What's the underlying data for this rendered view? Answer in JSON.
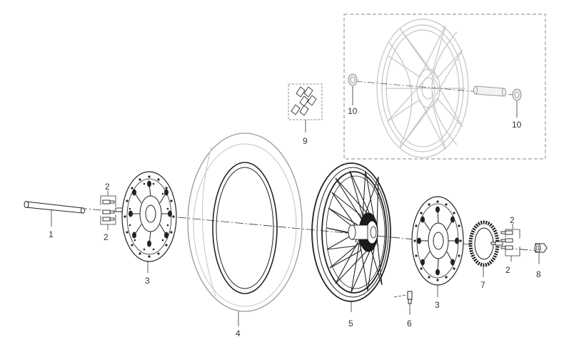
{
  "parts": [
    {
      "id": "axle",
      "number": "1"
    },
    {
      "id": "bolt-left-upper",
      "number": "2"
    },
    {
      "id": "bolt-left-lower",
      "number": "2"
    },
    {
      "id": "bolt-right-upper",
      "number": "2"
    },
    {
      "id": "bolt-right-lower",
      "number": "2"
    },
    {
      "id": "brake-disc-left",
      "number": "3"
    },
    {
      "id": "brake-disc-right",
      "number": "3"
    },
    {
      "id": "tire",
      "number": "4"
    },
    {
      "id": "rim-assembly",
      "number": "5"
    },
    {
      "id": "valve",
      "number": "6"
    },
    {
      "id": "sensor-ring",
      "number": "7"
    },
    {
      "id": "axle-nut",
      "number": "8"
    },
    {
      "id": "balance-weights",
      "number": "9"
    },
    {
      "id": "bearing-left",
      "number": "10"
    },
    {
      "id": "bearing-right",
      "number": "10"
    }
  ],
  "colors": {
    "line": "#222222",
    "faded": "#bdbdbd",
    "tire": "#9a9a9a",
    "label": "#333333",
    "box": "#8a8a8a"
  }
}
